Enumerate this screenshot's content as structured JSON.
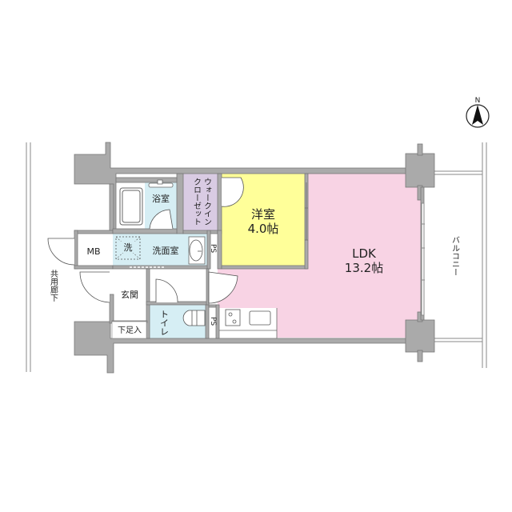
{
  "plan": {
    "type": "1LDK floor plan",
    "compass": {
      "label": "N"
    },
    "colors": {
      "wall": "#aaaaaa",
      "wall_stroke": "#777777",
      "ldk": "#f8d3e4",
      "western_room": "#ffff99",
      "wet_area": "#d6eef4",
      "closet": "#d9cbe3",
      "white": "#ffffff"
    },
    "rooms": {
      "ldk": {
        "name": "LDK",
        "size": "13.2帖"
      },
      "western": {
        "name": "洋室",
        "size": "4.0帖"
      },
      "bath": {
        "name": "浴室"
      },
      "washroom": {
        "name": "洗面室"
      },
      "washer": {
        "name": "洗"
      },
      "walkin_closet": {
        "name_line1": "ウォークイン",
        "name_line2": "クローゼット"
      },
      "entrance": {
        "name": "玄関"
      },
      "shoe_storage": {
        "name": "下足入"
      },
      "toilet": {
        "name": "トイレ"
      },
      "meter_box": {
        "name": "MB"
      },
      "ps1": {
        "name": "PS"
      },
      "ps2": {
        "name": "PS"
      }
    },
    "outside": {
      "balcony": "バルコニー",
      "corridor": "共用廊下"
    }
  }
}
